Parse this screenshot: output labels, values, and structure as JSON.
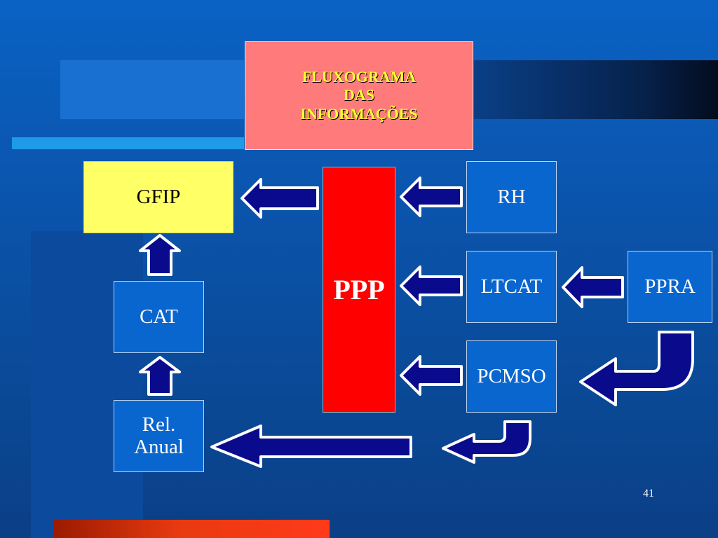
{
  "title": {
    "lines": [
      "FLUXOGRAMA",
      "DAS",
      "INFORMAÇÕES"
    ]
  },
  "nodes": {
    "gfip": "GFIP",
    "ppp": "PPP",
    "rh": "RH",
    "ltcat": "LTCAT",
    "ppra": "PPRA",
    "pcmso": "PCMSO",
    "cat": "CAT",
    "rel_anual": {
      "line1": "Rel.",
      "line2": "Anual"
    }
  },
  "page_number": "41",
  "colors": {
    "background": "#0b55ae",
    "title_box": "#ff7b7b",
    "title_text": "#ffff33",
    "gfip_box": "#ffff66",
    "ppp_box": "#ff0000",
    "node_box": "#0a66cf",
    "arrow_fill": "#0a0a8c",
    "arrow_stroke": "#ffffff"
  }
}
